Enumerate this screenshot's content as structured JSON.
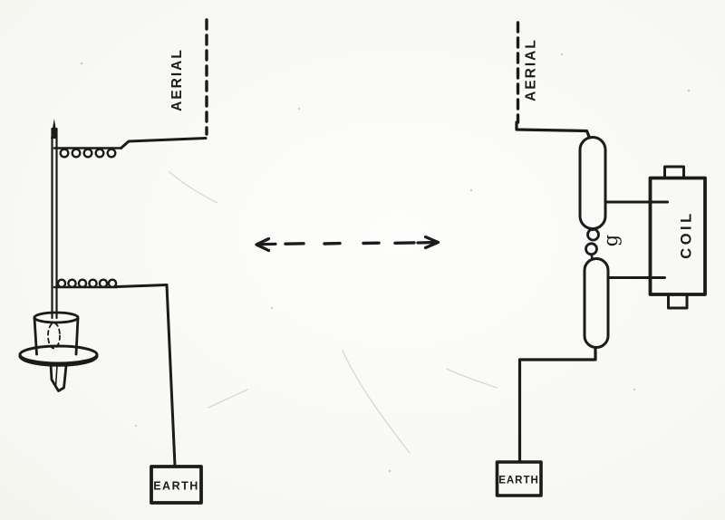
{
  "diagram": {
    "left_station": {
      "aerial_label": "AERIAL",
      "earth_label": "EARTH"
    },
    "right_station": {
      "aerial_label": "AERIAL",
      "earth_label": "EARTH",
      "coil_label": "COIL",
      "spark_gap_label": "g"
    },
    "colors": {
      "ink": "#1b1b1b",
      "paper": "#fafaf6"
    }
  }
}
